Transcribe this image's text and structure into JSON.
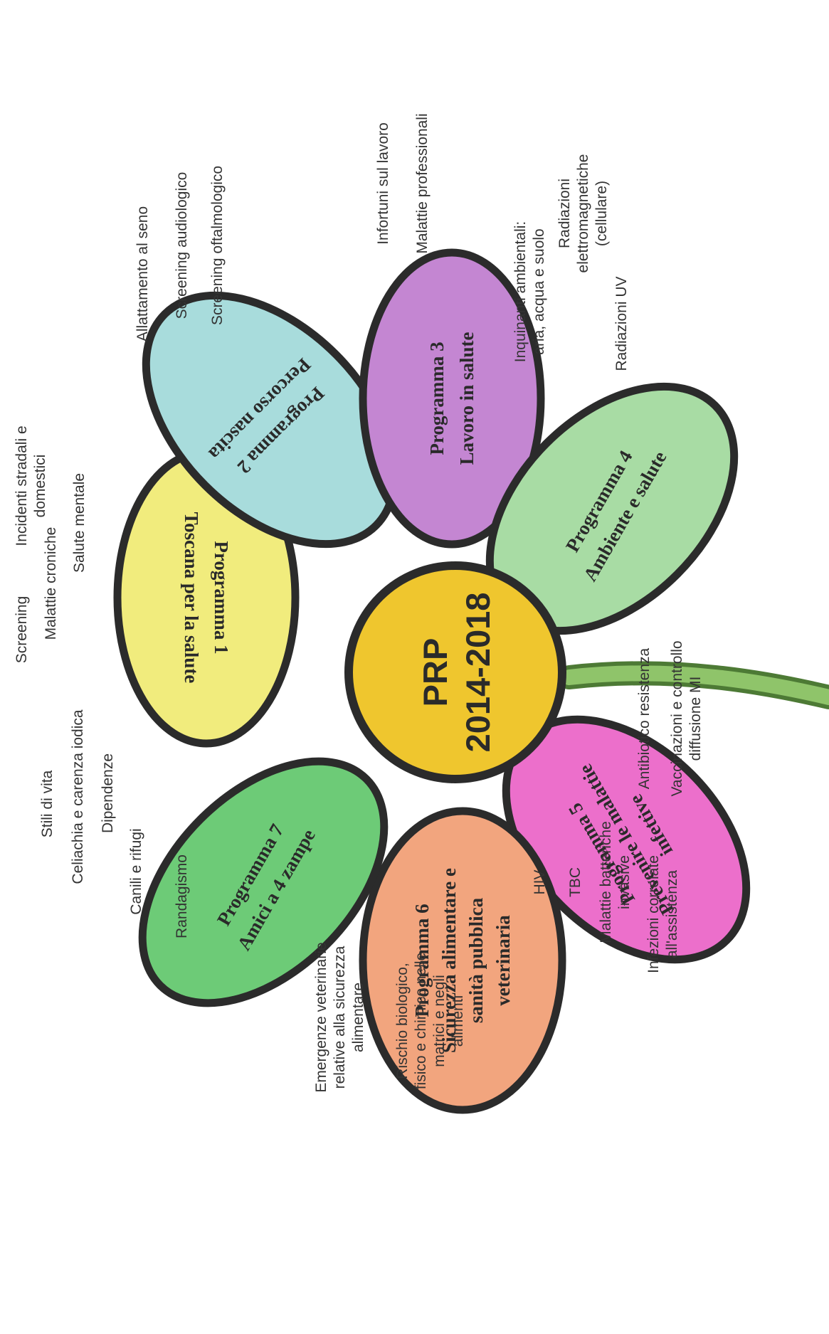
{
  "center": {
    "line1": "PRP",
    "line2": "2014-2018",
    "color": "#EFC62E"
  },
  "petals": [
    {
      "color": "#F1EC7D",
      "lines": [
        "Programma 1",
        "Toscana per la salute"
      ]
    },
    {
      "color": "#A8DCDC",
      "lines": [
        "Programma 2",
        "Percorso nascita"
      ]
    },
    {
      "color": "#C486D2",
      "lines": [
        "Programma 3",
        "Lavoro in salute"
      ]
    },
    {
      "color": "#A8DCA4",
      "lines": [
        "Programma 4",
        "Ambiente e salute"
      ]
    },
    {
      "color": "#EC6FCB",
      "lines": [
        "Programma 5",
        "Prevenire le malattie",
        "infettive"
      ]
    },
    {
      "color": "#F2A57E",
      "lines": [
        "Programma 6",
        "Sicurezza alimentare e",
        "sanità pubblica",
        "veterinaria"
      ]
    },
    {
      "color": "#6DCB77",
      "lines": [
        "Programma 7",
        "Amici a 4 zampe"
      ]
    }
  ],
  "topics": {
    "p1": [
      "Screening",
      "Malattie croniche",
      "Incidenti stradali e",
      "domestici",
      "Stili di vita",
      "Salute mentale",
      "Celiachia e carenza iodica",
      "Dipendenze"
    ],
    "p2": [
      "Allattamento al seno",
      "Screening audiologico",
      "Screening oftalmologico"
    ],
    "p3": [
      "Infortuni sul lavoro",
      "Malattie professionali"
    ],
    "p4": [
      "Inquinanti ambientali:",
      "aria, acqua e suolo",
      "Radiazioni",
      "elettromagnetiche",
      "(cellulare)",
      "Radiazioni UV"
    ],
    "p5": [
      "Antibiotico resistenza",
      "Vaccinazioni e controllo",
      "diffusione MI",
      "HIV",
      "TBC",
      "Malattie batteriche",
      "invasive",
      "Infezioni correlate",
      "all'assistenza"
    ],
    "p6": [
      "Emergenze veterinarie",
      "relative alla sicurezza",
      "alimentare",
      "Rischio biologico,",
      "fisico e chimico nelle",
      "matrici e negli",
      "alimenti"
    ],
    "p7": [
      "Canili e rifugi",
      "Randagismo"
    ]
  },
  "colors": {
    "outline": "#2b2b2b",
    "stem": "#7FB35A",
    "text": "#333333"
  }
}
